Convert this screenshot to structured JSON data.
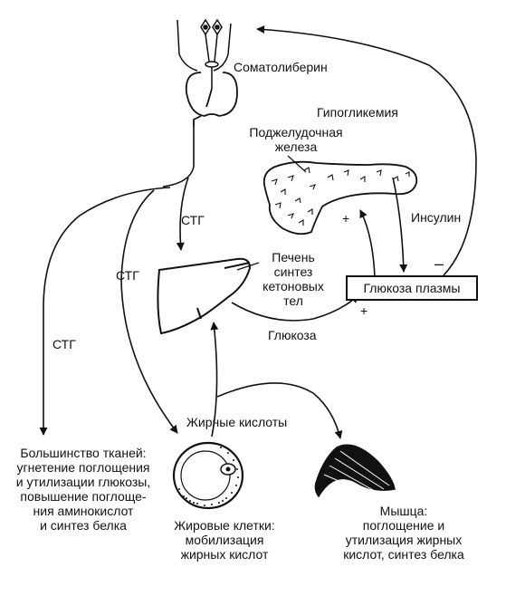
{
  "labels": {
    "somatoliberin": "Соматолиберин",
    "hypoglycemia": "Гипогликемия",
    "pancreas": [
      "Поджелудочная",
      "железа"
    ],
    "insulin": "Инсулин",
    "stg_center": "СТГ",
    "stg_middle": "СТГ",
    "stg_left": "СТГ",
    "liver": [
      "Печень",
      "синтез",
      "кетоновых",
      "тел"
    ],
    "plasma_glucose": "Глюкоза плазмы",
    "glucose": "Глюкоза",
    "fatty_acids": "Жирные кислоты",
    "most_tissues": [
      "Большинство тканей:",
      "угнетение поглощения",
      "и утилизации глюкозы,",
      "повышение поглоще-",
      "ния аминокислот",
      "и синтез белка"
    ],
    "fat_cells": [
      "Жировые клетки:",
      "мобилизация",
      "жирных кислот"
    ],
    "muscle": [
      "Мышца:",
      "поглощение и",
      "утилизация жирных",
      "кислот, синтез белка"
    ]
  },
  "signs": {
    "pancreas_plus": "+",
    "plasma_plus": "+",
    "feedback_minus": "–"
  },
  "icons": [
    "neuron-icon",
    "pituitary-icon",
    "pancreas-icon",
    "liver-icon",
    "fat-cell-icon",
    "muscle-icon"
  ]
}
